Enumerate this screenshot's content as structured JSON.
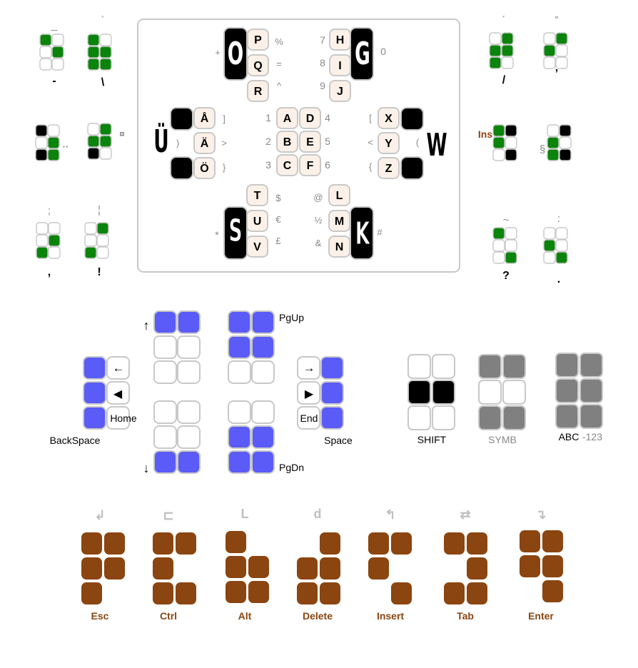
{
  "colors": {
    "green": "#0a840a",
    "black": "#000000",
    "blue": "#5b5bf8",
    "brown": "#8b4510",
    "gray_cell": "#808080",
    "key_fill": "#fbf1e8",
    "cell_border": "#c8c8c8",
    "gray_text": "#888888"
  },
  "central": {
    "top_left": {
      "big_letter": "O",
      "keys": [
        "P",
        "Q",
        "R"
      ],
      "symbols": [
        "%",
        "=",
        "^"
      ],
      "left_symbol": "+"
    },
    "top_right": {
      "big_letter": "G",
      "keys": [
        "H",
        "I",
        "J"
      ],
      "numbers": [
        "7",
        "8",
        "9"
      ],
      "right_symbol": "0"
    },
    "mid_center": {
      "left_col": [
        "A",
        "B",
        "C"
      ],
      "right_col": [
        "D",
        "E",
        "F"
      ],
      "left_nums": [
        "1",
        "2",
        "3"
      ],
      "right_nums": [
        "4",
        "5",
        "6"
      ]
    },
    "mid_left": {
      "big_letter": "Ü",
      "keys": [
        "Å",
        "Ä",
        "Ö"
      ],
      "left_symbols": [
        "",
        ")",
        ""
      ],
      "right_symbols": [
        "]",
        ">",
        "}"
      ]
    },
    "mid_right": {
      "big_letter": "W",
      "keys": [
        "X",
        "Y",
        "Z"
      ],
      "left_symbols": [
        "[",
        "<",
        "{"
      ],
      "paren": "("
    },
    "bottom_left": {
      "big_letter": "S",
      "keys": [
        "T",
        "U",
        "V"
      ],
      "symbols": [
        "$",
        "€",
        "£"
      ],
      "left_symbol": "*"
    },
    "bottom_right": {
      "big_letter": "K",
      "keys": [
        "L",
        "M",
        "N"
      ],
      "symbols": [
        "@",
        "½",
        "&"
      ],
      "right_symbol": "#"
    }
  },
  "outer_cells": [
    {
      "id": "dash",
      "label": "-",
      "top": "_"
    },
    {
      "id": "backslash",
      "label": "\\",
      "top": "`"
    },
    {
      "id": "slash",
      "label": "/",
      "top": "´"
    },
    {
      "id": "apostrophe",
      "label": "’",
      "top": "”"
    },
    {
      "id": "dots",
      "label": "",
      "side": "··"
    },
    {
      "id": "currency",
      "label": "",
      "side": "¤"
    },
    {
      "id": "ins",
      "label": "Ins"
    },
    {
      "id": "section",
      "label": "§"
    },
    {
      "id": "comma",
      "label": ",",
      "top": ";"
    },
    {
      "id": "exclaim",
      "label": "!",
      "top": "¦"
    },
    {
      "id": "question",
      "label": "?",
      "top": "~"
    },
    {
      "id": "period",
      "label": ".",
      "top": ":"
    }
  ],
  "navigation": {
    "up_arrow": "↑",
    "down_arrow": "↓",
    "pgup": "PgUp",
    "pgdn": "PgDn",
    "left_arrow": "←",
    "left_triangle": "◀",
    "right_arrow": "→",
    "right_triangle": "▶",
    "home": "Home",
    "end": "End",
    "backspace": "BackSpace",
    "space": "Space"
  },
  "modes": [
    {
      "id": "shift",
      "label": "SHIFT"
    },
    {
      "id": "symb",
      "label": "SYMB"
    },
    {
      "id": "abc",
      "label_abc": "ABC",
      "label_num": "-123"
    }
  ],
  "controls": [
    {
      "id": "esc",
      "label": "Esc",
      "icon": "↲"
    },
    {
      "id": "ctrl",
      "label": "Ctrl",
      "icon": "⊏"
    },
    {
      "id": "alt",
      "label": "Alt",
      "icon": "L"
    },
    {
      "id": "delete",
      "label": "Delete",
      "icon": "d"
    },
    {
      "id": "insert",
      "label": "Insert",
      "icon": "↰"
    },
    {
      "id": "tab",
      "label": "Tab",
      "icon": "⇄"
    },
    {
      "id": "enter",
      "label": "Enter",
      "icon": "↴"
    }
  ]
}
